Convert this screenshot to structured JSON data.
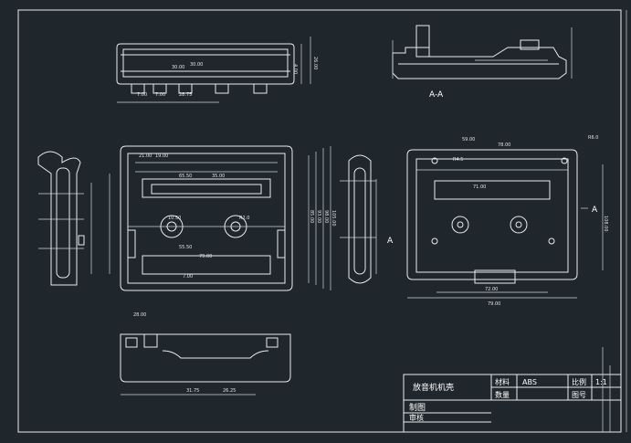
{
  "drawing": {
    "section_label": "A-A",
    "arrow_label": "A",
    "arrow_label_2": "A"
  },
  "title_block": {
    "part_name": "放音机机壳",
    "material_label": "材料",
    "material_value": "ABS",
    "scale_label": "比例",
    "scale_value": "1:1",
    "quantity_label": "数量",
    "drawing_no_label": "图号",
    "drawn_label": "制图",
    "checked_label": "审核"
  },
  "dimensions": {
    "top_view": [
      "7.00",
      "7.00",
      "30.00",
      "30.00",
      "28.75",
      "4.00",
      "26.00"
    ],
    "front_left": [
      "79.00",
      "21.00",
      "19.00",
      "35.00",
      "65.50",
      "55.50",
      "7.00",
      "10.50",
      "85.00",
      "93.00",
      "98.00",
      "105.00",
      "R2.0"
    ],
    "front_right": [
      "78.00",
      "59.00",
      "71.00",
      "72.00",
      "79.00",
      "108.00",
      "R4.5",
      "R6.0"
    ],
    "bottom_view": [
      "28.00",
      "31.75",
      "26.25"
    ]
  }
}
